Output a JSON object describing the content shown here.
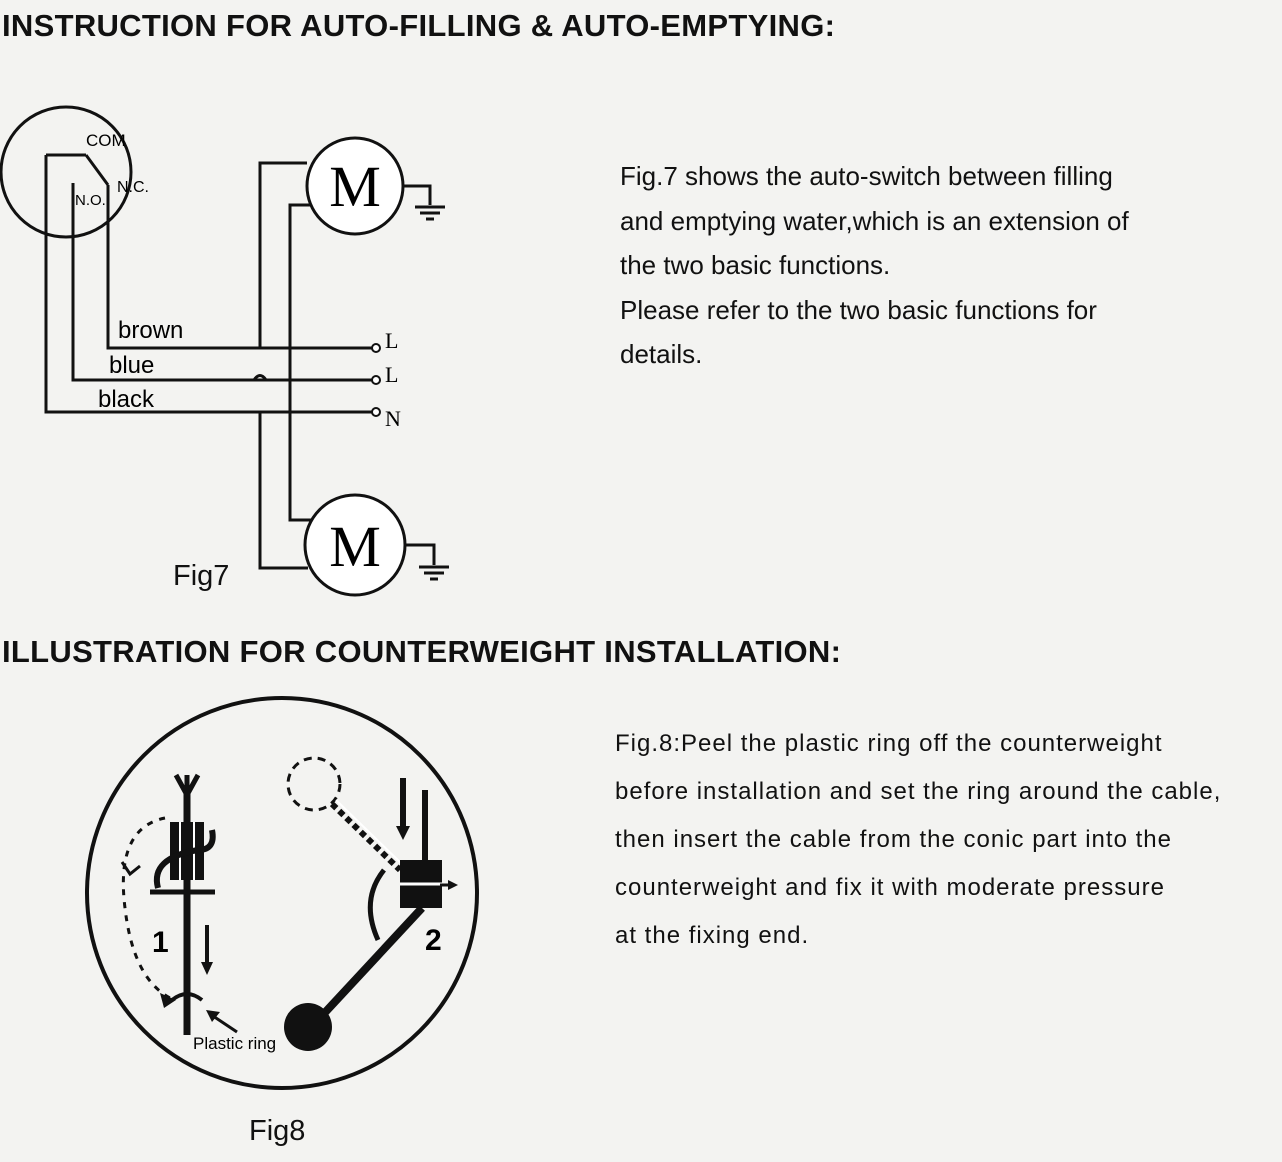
{
  "section1": {
    "title": "INSTRUCTION FOR AUTO-FILLING & AUTO-EMPTYING:",
    "figure_label": "Fig7",
    "switch_labels": {
      "com": "COM",
      "no": "N.O.",
      "nc": "N.C."
    },
    "wire_labels": {
      "brown": "brown",
      "blue": "blue",
      "black": "black"
    },
    "terminals": [
      "L",
      "L",
      "N"
    ],
    "motor_label": "M",
    "text_lines": [
      "Fig.7 shows the  auto-switch between filling",
      "and emptying water,which is an extension of",
      "the two basic functions.",
      "Please  refer   to the two basic  functions  for",
      "details."
    ]
  },
  "section2": {
    "title": "ILLUSTRATION FOR COUNTERWEIGHT INSTALLATION:",
    "figure_label": "Fig8",
    "step_labels": [
      "1",
      "2"
    ],
    "callout": "Plastic ring",
    "text_lines": [
      "Fig.8:Peel the plastic ring off the counterweight",
      "before installation and set the ring around the cable,",
      "then insert the cable from the conic part into the",
      "counterweight and fix it with moderate pressure",
      "at the fixing end."
    ]
  }
}
